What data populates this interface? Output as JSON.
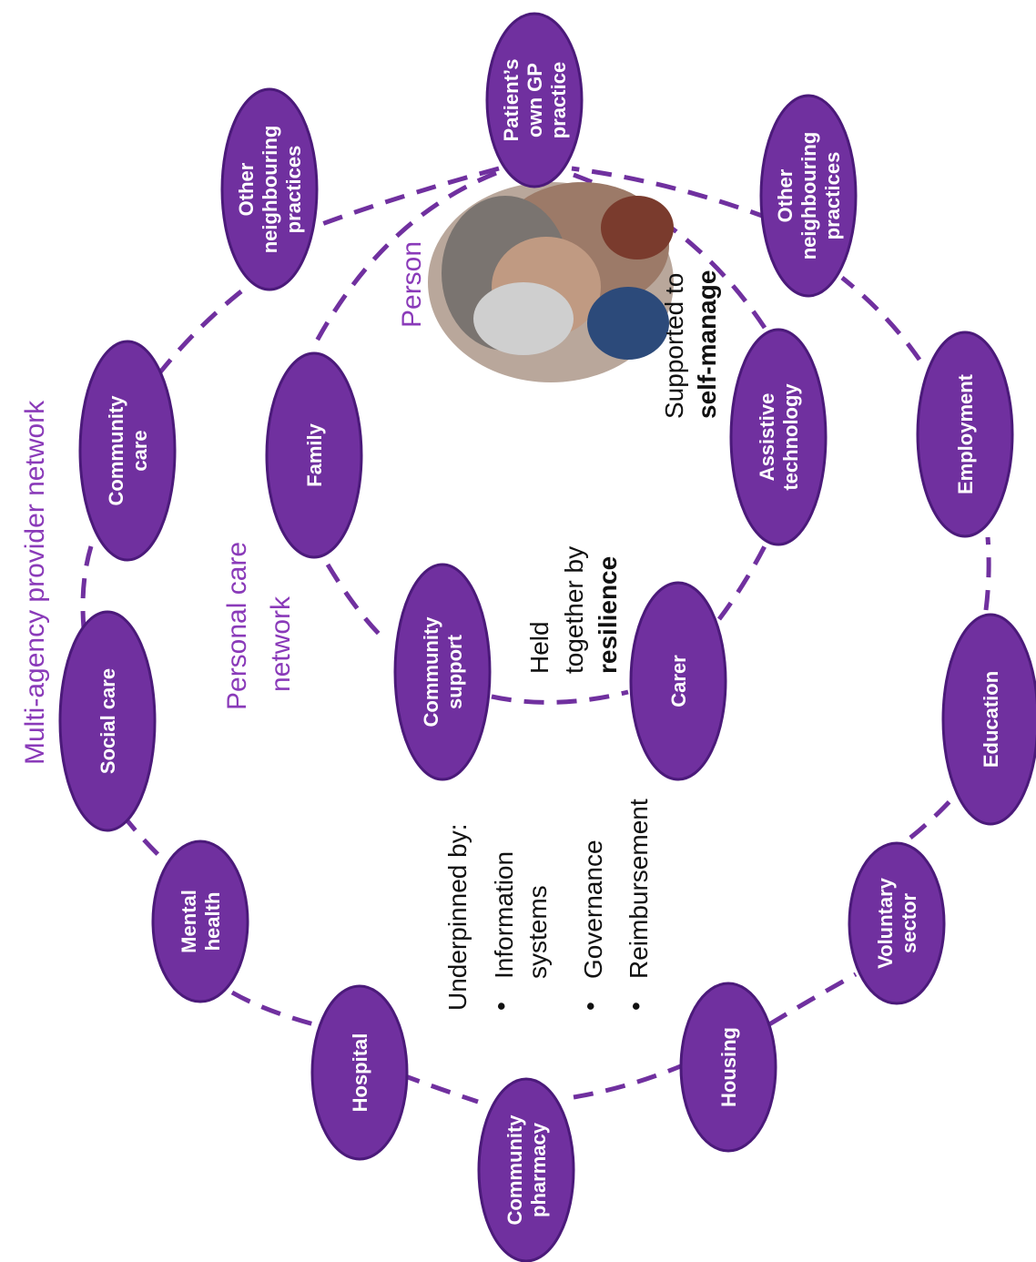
{
  "titles": {
    "multi_agency": "Multi-agency provider network",
    "personal_line1": "Personal care",
    "personal_line2": "network",
    "person": "Person"
  },
  "captions": {
    "supported_line1": "Supported to",
    "supported_line2": "self-manage",
    "held_line1": "Held",
    "held_line2": "together by",
    "held_line3": "resilience",
    "underpinned_heading": "Underpinned by:",
    "bullet_glyph": "•",
    "item1_line1": "Information",
    "item1_line2": "systems",
    "item2": "Governance",
    "item3": "Reimbursement"
  },
  "nodes": {
    "gp_practice": [
      "Patient’s",
      "own GP",
      "practice"
    ],
    "other_practices_top": [
      "Other",
      "neighbouring",
      "practices"
    ],
    "community_care": [
      "Community",
      "care"
    ],
    "social_care": [
      "Social care"
    ],
    "mental_health": [
      "Mental",
      "health"
    ],
    "hospital": [
      "Hospital"
    ],
    "community_pharmacy": [
      "Community",
      "pharmacy"
    ],
    "housing": [
      "Housing"
    ],
    "voluntary_sector": [
      "Voluntary",
      "sector"
    ],
    "education": [
      "Education"
    ],
    "employment": [
      "Employment"
    ],
    "other_practices_bottom": [
      "Other",
      "neighbouring",
      "practices"
    ],
    "family": [
      "Family"
    ],
    "community_support": [
      "Community",
      "support"
    ],
    "carer": [
      "Carer"
    ],
    "assistive_technology": [
      "Assistive",
      "technology"
    ]
  },
  "colors": {
    "node_fill": "#70309f",
    "title_purple": "#8a3ab9",
    "link_purple": "#70309f"
  }
}
